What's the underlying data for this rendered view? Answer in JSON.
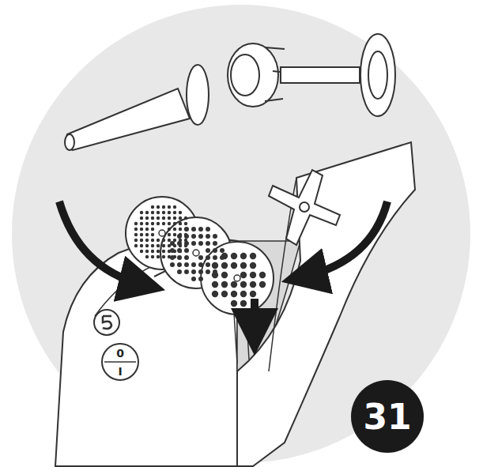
{
  "diagram": {
    "labels": [
      "31",
      "0",
      "I"
    ]
  }
}
